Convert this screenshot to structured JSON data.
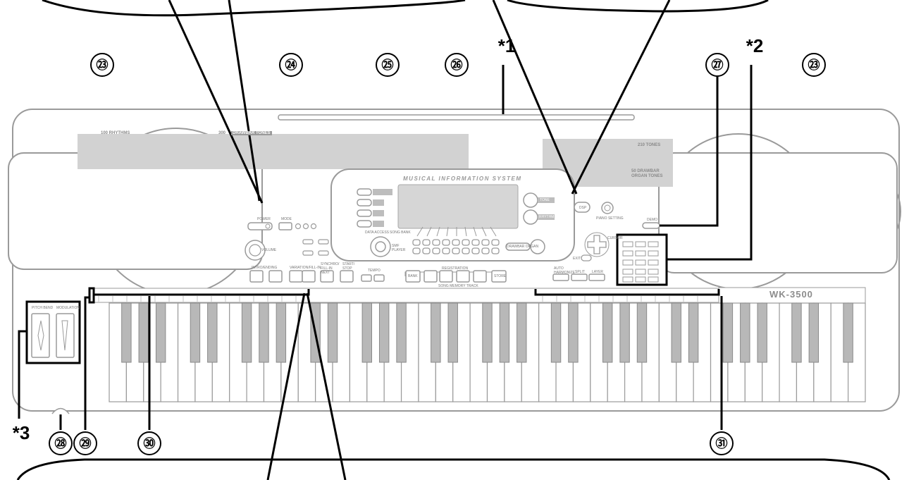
{
  "callouts": {
    "c23_left": "㉓",
    "c24": "㉔",
    "c25": "㉕",
    "c26": "㉖",
    "star1": "*1",
    "c27": "㉗",
    "star2": "*2",
    "c23_right": "㉓",
    "star3": "*3",
    "c28": "㉘",
    "c29": "㉙",
    "c30": "㉚",
    "c31": "㉛"
  },
  "panel": {
    "rhythms": "100 RHYTHMS",
    "tones": "300",
    "drawbar_tones": "DRAWBAR TONES",
    "tones_210": "210 TONES",
    "drawbar_organ_1": "50 DRAWBAR",
    "drawbar_organ_2": "ORGAN TONES",
    "display_title": "MUSICAL INFORMATION SYSTEM",
    "model": "WK-3500",
    "power": "POWER",
    "mode": "MODE",
    "volume": "VOLUME",
    "intro_ending": "INTRO/ENDING",
    "variation_fill": "VARIATION/FILL-IN",
    "synchro": "SYNCHRO/ FILL-IN NEXT",
    "start_stop": "START/ STOP",
    "tempo": "TEMPO",
    "registration": "REGISTRATION",
    "bank": "BANK",
    "store": "STORE",
    "song_memory": "SONG MEMORY TRACK",
    "auto_harmonize": "AUTO HARMONIZE",
    "split": "SPLIT",
    "layer": "LAYER",
    "dsp": "DSP",
    "piano_setting": "PIANO SETTING",
    "demo": "DEMO",
    "pitch_bend": "PITCH BEND",
    "modulation": "MODULATION",
    "usb_player": "SMF PLAYER",
    "drawbar_organ": "DRAWBAR ORGAN",
    "exit": "EXIT",
    "cursor": "CURSOR",
    "tone": "TONE",
    "rhythm": "RHYTHM",
    "data_access": "DATA ACCESS",
    "song_bank": "SONG BANK"
  }
}
